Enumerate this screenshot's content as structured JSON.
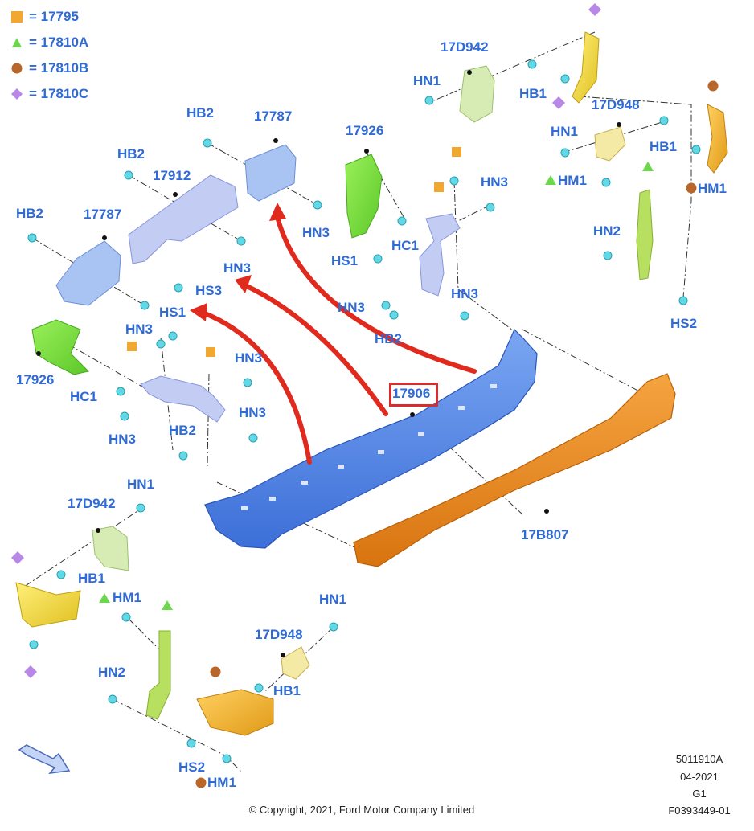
{
  "legend": [
    {
      "label": "= 17795",
      "symbol": "square-icon",
      "color": "#f0a830"
    },
    {
      "label": "= 17810A",
      "symbol": "triangle-icon",
      "color": "#6ad84a"
    },
    {
      "label": "= 17810B",
      "symbol": "circle-icon",
      "color": "#b8662a"
    },
    {
      "label": "= 17810C",
      "symbol": "diamond-icon",
      "color": "#b987e8"
    }
  ],
  "colors": {
    "label": "#2f6bd6",
    "bumper": "#4a82e8",
    "step_pad": "#e8861a",
    "bracket_blue": "#a7b8f2",
    "green_part": "#7ee040",
    "yellow_part": "#f2d83a",
    "orange_part": "#f0b030",
    "pale_green": "#d6ecb4",
    "fastener": "#62d8e6",
    "arrow": "#e02a1e",
    "highlight": "#d92c2c"
  },
  "part_labels": {
    "p17906": "17906",
    "p17B807": "17B807",
    "p17912": "17912",
    "p17787_top": "17787",
    "p17787_left": "17787",
    "p17926_top": "17926",
    "p17926_left": "17926",
    "p17D942_top": "17D942",
    "p17D942_bot": "17D942",
    "p17D948_top": "17D948",
    "p17D948_bot": "17D948"
  },
  "fastener_labels": {
    "hb2_a": "HB2",
    "hb2_b": "HB2",
    "hb2_c": "HB2",
    "hb2_d": "HB2",
    "hb2_e": "HB2",
    "hn3_a": "HN3",
    "hn3_b": "HN3",
    "hn3_c": "HN3",
    "hn3_d": "HN3",
    "hn3_e": "HN3",
    "hn3_f": "HN3",
    "hn3_g": "HN3",
    "hn3_h": "HN3",
    "hn3_i": "HN3",
    "hs3": "HS3",
    "hs1_a": "HS1",
    "hs1_b": "HS1",
    "hc1_a": "HC1",
    "hc1_b": "HC1",
    "hn1_a": "HN1",
    "hn1_b": "HN1",
    "hn1_c": "HN1",
    "hn1_d": "HN1",
    "hb1_a": "HB1",
    "hb1_b": "HB1",
    "hb1_c": "HB1",
    "hb1_d": "HB1",
    "hm1_a": "HM1",
    "hm1_b": "HM1",
    "hm1_c": "HM1",
    "hm1_d": "HM1",
    "hn2_a": "HN2",
    "hn2_b": "HN2",
    "hs2_a": "HS2",
    "hs2_b": "HS2"
  },
  "meta": {
    "code1": "5011910A",
    "date": "04-2021",
    "code2": "G1",
    "code3": "F0393449-01",
    "copyright": "© Copyright, 2021, Ford Motor Company Limited"
  },
  "icons": {
    "front_arrow": "direction-arrow-icon"
  }
}
